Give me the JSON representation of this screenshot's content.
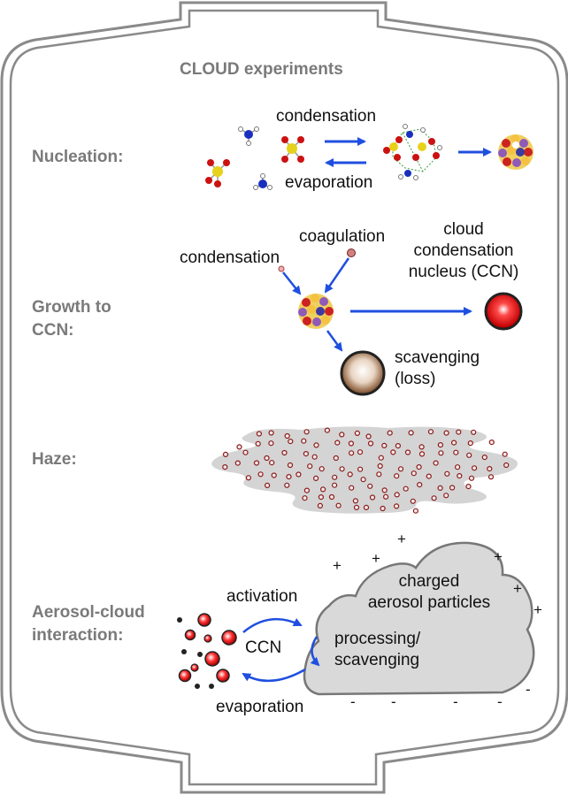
{
  "title": "CLOUD experiments",
  "nucleation": {
    "heading": "Nucleation:",
    "forward": "condensation",
    "reverse": "evaporation"
  },
  "growth": {
    "heading_line1": "Growth to",
    "heading_line2": "CCN:",
    "condensation": "condensation",
    "coagulation": "coagulation",
    "ccn_line1": "cloud",
    "ccn_line2": "condensation",
    "ccn_line3": "nucleus (CCN)",
    "scav_line1": "scavenging",
    "scav_line2": "(loss)"
  },
  "haze": {
    "heading": "Haze:"
  },
  "aerosol_cloud": {
    "heading_line1": "Aerosol-cloud",
    "heading_line2": "interaction:",
    "activation": "activation",
    "ccn": "CCN",
    "evaporation": "evaporation",
    "cloud_line1": "charged",
    "cloud_line2": "aerosol particles",
    "process_line1": "processing/",
    "process_line2": "scavenging",
    "plus": "+",
    "minus": "-"
  },
  "colors": {
    "vessel": "#8a8a8a",
    "arrow": "#1f4fe0",
    "heading": "#7a7a7a",
    "cloud_fill": "#d9d9d9",
    "ccn_droplet": "#e01010",
    "scavenging": "#b08a6a"
  }
}
